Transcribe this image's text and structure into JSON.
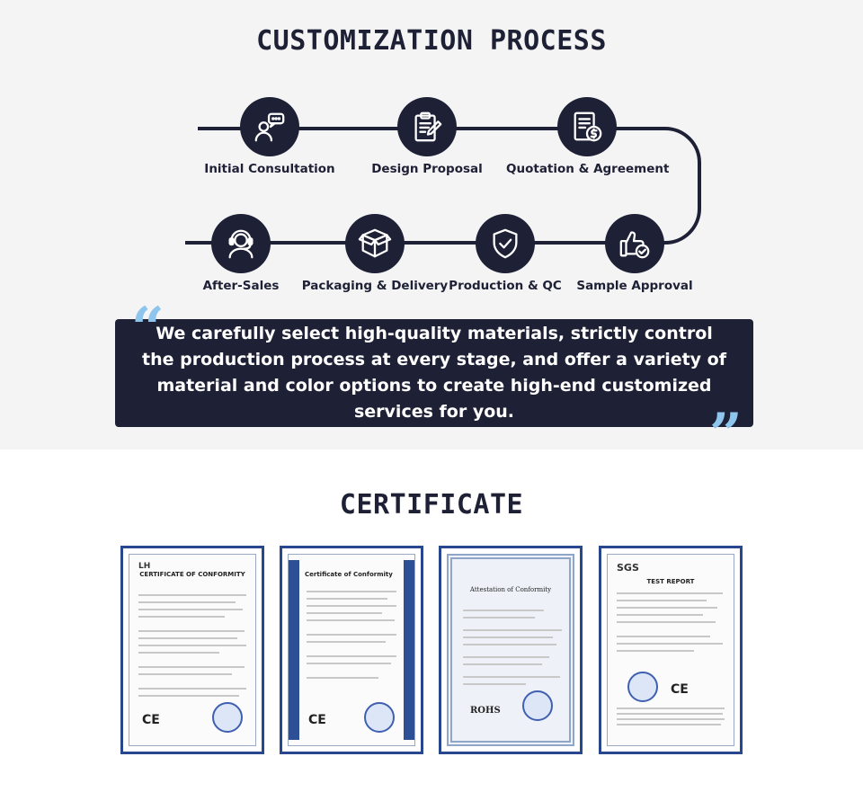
{
  "process": {
    "title": "CUSTOMIZATION PROCESS",
    "steps": [
      {
        "label": "Initial Consultation",
        "icon": "consultation-chat-icon"
      },
      {
        "label": "Design Proposal",
        "icon": "clipboard-pen-icon"
      },
      {
        "label": "Quotation & Agreement",
        "icon": "invoice-dollar-icon"
      },
      {
        "label": "Sample Approval",
        "icon": "thumbs-up-check-icon"
      },
      {
        "label": "Production & QC",
        "icon": "shield-check-icon"
      },
      {
        "label": "Packaging & Delivery",
        "icon": "package-box-icon"
      },
      {
        "label": "After-Sales",
        "icon": "headset-support-icon"
      }
    ]
  },
  "quote": {
    "text": "We carefully select high-quality materials, strictly control the production process at every stage, and offer a variety of material and color options to create high-end customized services for you."
  },
  "certificate": {
    "title": "CERTIFICATE",
    "items": [
      {
        "heading": "CERTIFICATE OF CONFORMITY",
        "mark": "CE"
      },
      {
        "heading": "Certificate of Conformity",
        "mark": "CE"
      },
      {
        "heading": "Attestation of Conformity",
        "mark": "ROHS"
      },
      {
        "heading": "TEST REPORT",
        "mark": "CE"
      }
    ]
  },
  "colors": {
    "navy": "#1e2136",
    "accent": "#8dc5ec",
    "frame": "#27478f",
    "background": "#f4f4f5"
  }
}
